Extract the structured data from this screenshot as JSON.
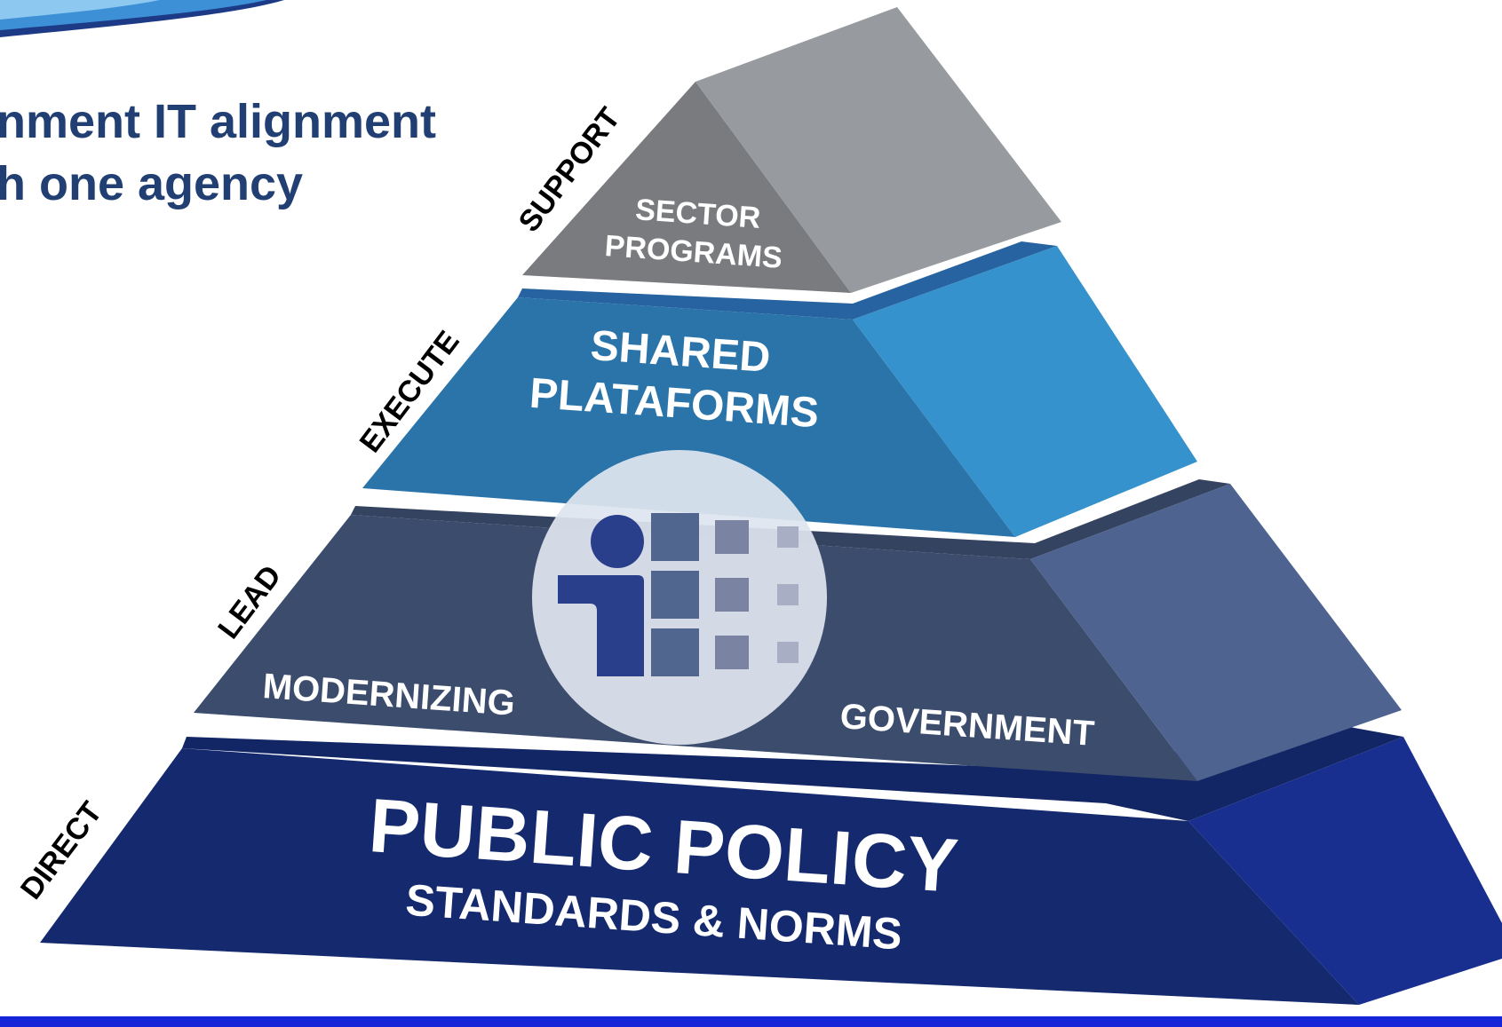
{
  "slide": {
    "heading_line1": "nment IT alignment",
    "heading_line2": "h one agency"
  },
  "pyramid": {
    "levels": [
      {
        "side_label": "SUPPORT",
        "text_lines": [
          "SECTOR",
          "PROGRAMS"
        ],
        "front_color": "#7a7b7f",
        "side_color": "#979a9f",
        "top_color": "#85878b"
      },
      {
        "side_label": "EXECUTE",
        "text_lines": [
          "SHARED",
          "PLATAFORMS"
        ],
        "front_color": "#2b74aa",
        "side_color": "#3592cc",
        "top_color": "#2663a0"
      },
      {
        "side_label": "LEAD",
        "text_left": "MODERNIZING",
        "text_right": "GOVERNMENT",
        "front_color": "#3c4c6c",
        "side_color": "#4e6390",
        "top_color": "#34435f"
      },
      {
        "side_label": "DIRECT",
        "text_main": "PUBLIC POLICY",
        "text_sub": "STANDARDS & NORMS",
        "front_color": "#14296e",
        "side_color": "#182f8f",
        "top_color": "#122565"
      }
    ]
  },
  "logo": {
    "icon": "info-grid-logo-icon"
  },
  "colors": {
    "heading": "#213f73",
    "bottom_bar": "#1426d8",
    "label_text": "#ffffff",
    "side_label_text": "#000000"
  }
}
